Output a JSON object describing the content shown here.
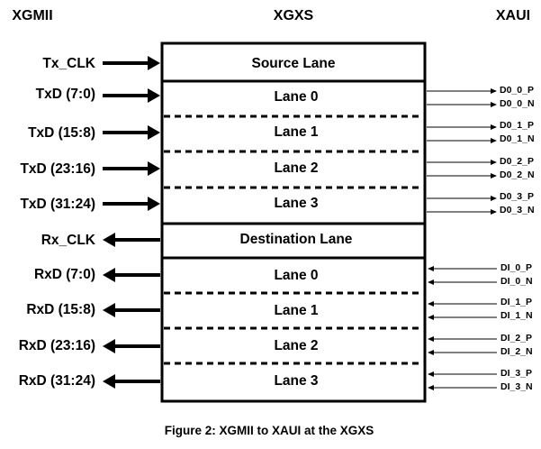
{
  "headers": {
    "left": "XGMII",
    "center": "XGXS",
    "right": "XAUI"
  },
  "caption": "Figure 2: XGMII to XAUI at the XGXS",
  "tx": {
    "clock_label": "Tx_CLK",
    "source_lane_label": "Source Lane",
    "inputs": [
      "TxD (7:0)",
      "TxD (15:8)",
      "TxD (23:16)",
      "TxD (31:24)"
    ],
    "lanes": [
      "Lane 0",
      "Lane 1",
      "Lane 2",
      "Lane 3"
    ],
    "outputs": [
      [
        "D0_0_P",
        "D0_0_N"
      ],
      [
        "D0_1_P",
        "D0_1_N"
      ],
      [
        "D0_2_P",
        "D0_2_N"
      ],
      [
        "D0_3_P",
        "D0_3_N"
      ]
    ]
  },
  "rx": {
    "clock_label": "Rx_CLK",
    "destination_lane_label": "Destination Lane",
    "outputs": [
      "RxD (7:0)",
      "RxD (15:8)",
      "RxD (23:16)",
      "RxD (31:24)"
    ],
    "lanes": [
      "Lane 0",
      "Lane 1",
      "Lane 2",
      "Lane 3"
    ],
    "inputs": [
      [
        "DI_0_P",
        "DI_0_N"
      ],
      [
        "DI_1_P",
        "DI_1_N"
      ],
      [
        "DI_2_P",
        "DI_2_N"
      ],
      [
        "DI_3_P",
        "DI_3_N"
      ]
    ]
  }
}
